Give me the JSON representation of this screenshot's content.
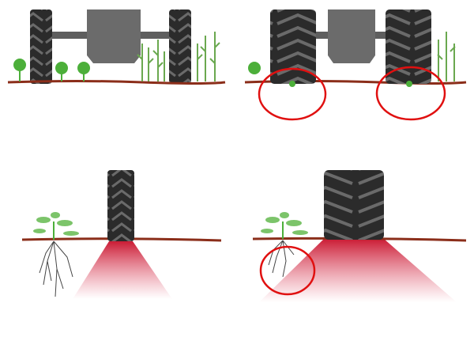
{
  "panels": [
    {
      "id": "narrow-tires-surface",
      "highlight": false
    },
    {
      "id": "wide-tires-surface",
      "highlight": true
    },
    {
      "id": "narrow-tire-compaction",
      "highlight": false
    },
    {
      "id": "wide-tire-compaction",
      "highlight": true
    }
  ],
  "colors": {
    "tire": "#2b2b2b",
    "tread": "#5a5a5a",
    "body": "#6b6b6b",
    "ground": "#8b2e1a",
    "plant": "#4caf3a",
    "compaction": "#d0202a",
    "highlight_ring": "#e01010"
  }
}
